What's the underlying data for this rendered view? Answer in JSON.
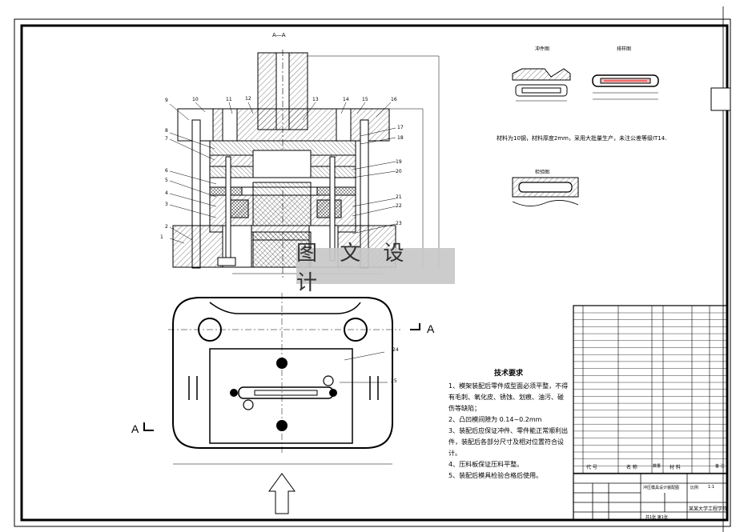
{
  "colors": {
    "line": "#000000",
    "paper": "#ffffff",
    "watermark_bg": "#c8c8c8"
  },
  "watermark": {
    "text": "图 文 设 计"
  },
  "section_view": {
    "title": "A—A"
  },
  "section_markers": {
    "right": "A",
    "left": "A"
  },
  "part_callouts": {
    "left": [
      "9",
      "8",
      "7",
      "6",
      "5",
      "4",
      "3",
      "2",
      "1"
    ],
    "top": [
      "10",
      "11",
      "12",
      "13",
      "14",
      "15",
      "16"
    ],
    "right": [
      "17",
      "18",
      "19",
      "20",
      "21",
      "22",
      "23"
    ],
    "plan": [
      "24",
      "25"
    ]
  },
  "aux_views": {
    "part_view_1": "冲件图",
    "part_view_2": "排样图",
    "part_view_3": "检验图"
  },
  "material_note": "材料为10钢，材料厚度2mm，采用大批量生产，未注公差等级IT14.",
  "technical_requirements": {
    "title": "技术要求",
    "items": [
      "1、模架装配后零件成型面必须平整，不得有毛刺、氧化皮、锈蚀、划痕、油污、碰伤等缺陷；",
      "2、凸凹模间隙为 0.14~0.2mm",
      "3、装配后应保证冲件、零件能正常顺利出件，装配后各部分尺寸及相对位置符合设计。",
      "4、压料板保证压料平整。",
      "5、装配后模具检验合格后使用。"
    ]
  },
  "bom_header": {
    "code": "代 号",
    "name": "名 称",
    "qty": "数量",
    "material": "材 料",
    "notes": "备 注"
  },
  "title_block": {
    "drawing_title": "冲压模具设计装配图",
    "scale_label": "比例",
    "scale": "1:1",
    "school": "某某大学工程学院",
    "sheet": "共1张 第1张"
  }
}
